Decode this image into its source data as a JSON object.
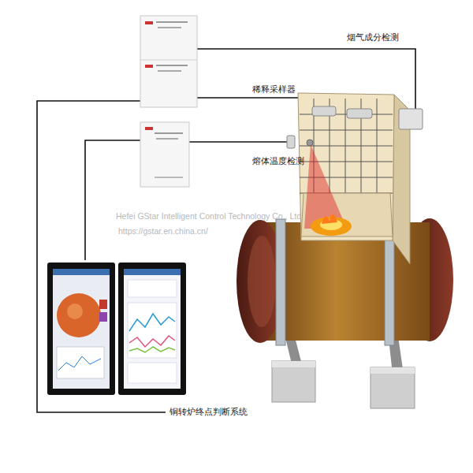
{
  "diagram": {
    "labels": [
      "烟气成分检测",
      "稀释采样器",
      "熔体温度检测",
      "Hefei GStar Intelligent Control Technology Co., Ltd.",
      "https://gstar.en.china.cn/",
      "铜转炉终点判断系统"
    ]
  }
}
